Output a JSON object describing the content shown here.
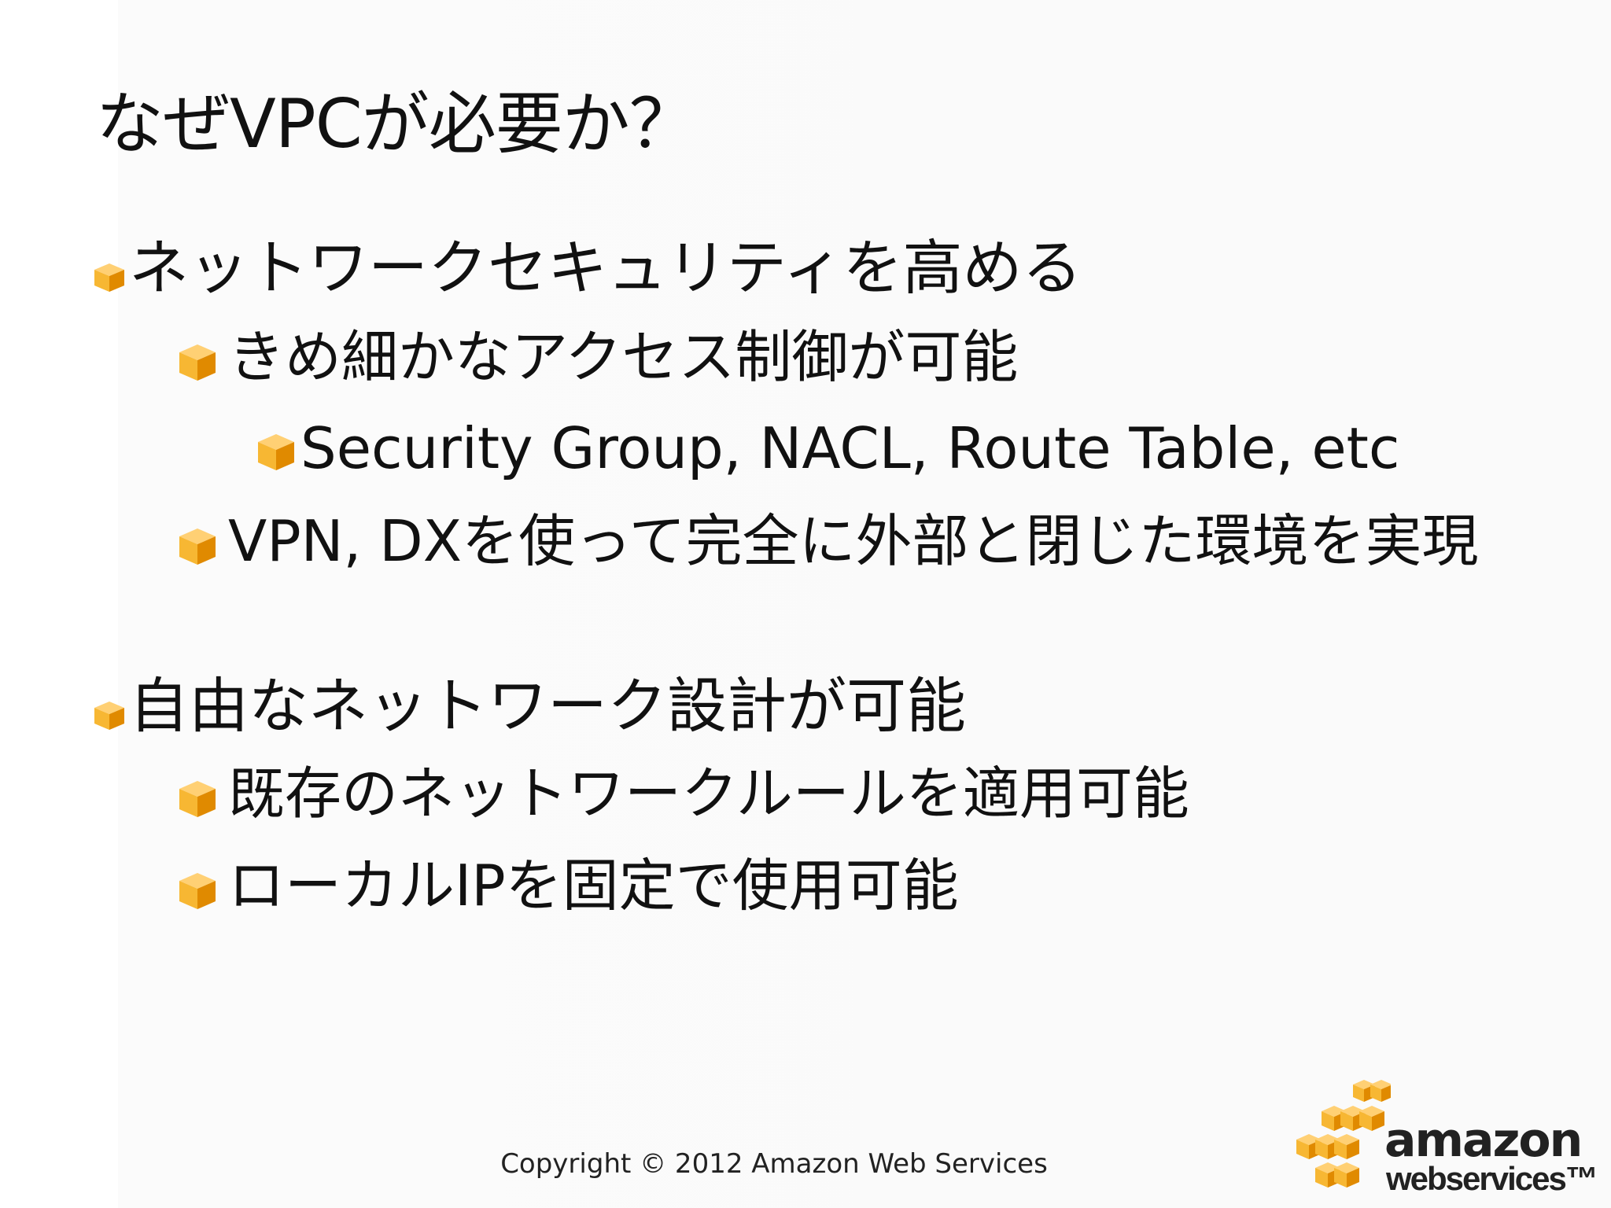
{
  "slide": {
    "title": "なぜVPCが必要か？",
    "bullets": [
      {
        "level": 1,
        "text": "ネットワークセキュリティを高める"
      },
      {
        "level": 2,
        "text": "きめ細かなアクセス制御が可能"
      },
      {
        "level": 3,
        "text": "Security Group, NACL, Route Table, etc"
      },
      {
        "level": 2,
        "text": "VPN, DXを使って完全に外部と閉じた環境を実現"
      },
      {
        "level": 1,
        "text": "自由なネットワーク設計が可能"
      },
      {
        "level": 2,
        "text": "既存のネットワークルールを適用可能"
      },
      {
        "level": 2,
        "text": "ローカルIPを固定で使用可能"
      }
    ],
    "footer": "Copyright © 2012 Amazon Web Services"
  },
  "logo": {
    "word1": "amazon",
    "word2": "webservices™"
  },
  "colors": {
    "cube_light": "#f7b733",
    "cube_dark": "#e08a00",
    "cube_top": "#ffd074"
  },
  "icons": {
    "bullet": "aws-cube-icon"
  }
}
